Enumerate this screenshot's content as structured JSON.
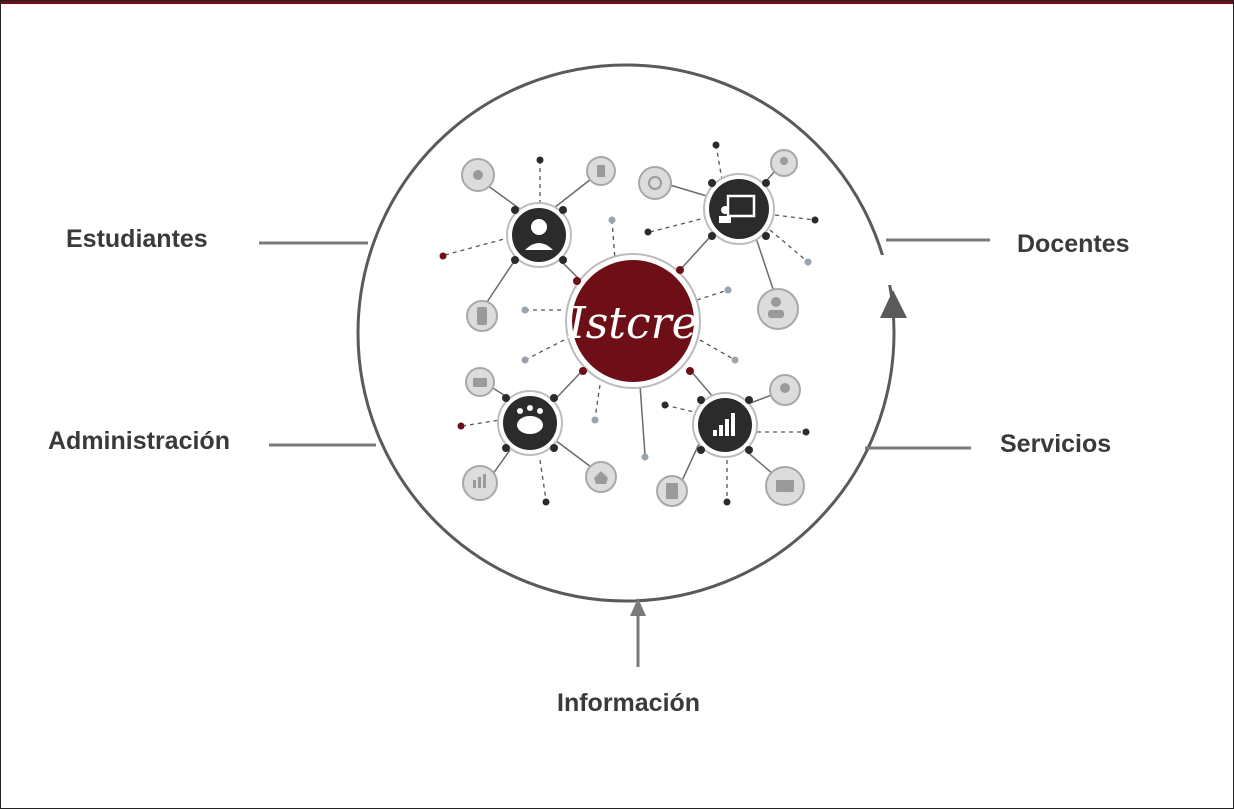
{
  "labels": {
    "estudiantes": "Estudiantes",
    "docentes": "Docentes",
    "administracion": "Administración",
    "servicios": "Servicios",
    "informacion": "Información"
  },
  "logo_text": "Istcre",
  "colors": {
    "brand": "#6e0f17",
    "ring": "#5a5a5a",
    "node_dark": "#2b2b2b",
    "satellite": "#d9d9d9",
    "satellite_stroke": "#9a9a9a",
    "label": "#3a3a3a"
  },
  "hub_nodes": [
    {
      "name": "student-node",
      "icon": "student-icon"
    },
    {
      "name": "teacher-node",
      "icon": "presentation-icon"
    },
    {
      "name": "admin-node",
      "icon": "meeting-icon"
    },
    {
      "name": "services-node",
      "icon": "bar-chart-icon"
    }
  ],
  "satellite_icons": [
    "gear-icon",
    "upload-icon",
    "globe-icon",
    "lightbulb-icon",
    "mobile-icon",
    "add-user-icon",
    "briefcase-icon",
    "stats-icon",
    "home-icon",
    "lightbulb-icon",
    "document-icon",
    "mail-icon"
  ]
}
